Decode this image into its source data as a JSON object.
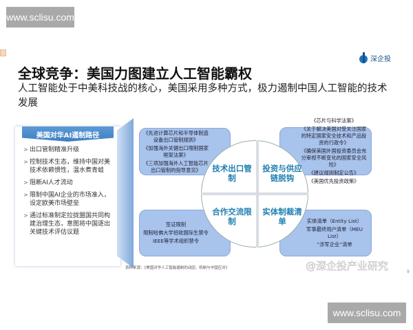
{
  "watermark_url": "www.sclisu.com",
  "logo_text": "深企投",
  "title": "全球竞争：美国力图建立人工智能霸权",
  "subtitle": "人工智能处于中美科技战的核心，美国采用多种方式，极力遏制中国人工智能的技术发展",
  "left_panel": {
    "heading": "美国对华AI遏制路径",
    "items": [
      "出口管制精准升级",
      "控制技术生态，维持中国对美技术依赖惯性，温水煮青蛙",
      "阻断AI人才流动",
      "限制中国AI企业的市场准入，设定欧美市场壁垒",
      "通过标准制定拉拢盟国共同构建治理生态，意图将中国逐出关键技术评估议题"
    ]
  },
  "quadrants": {
    "tl": "技术出口管制",
    "tr": "投资与供应链脱钩",
    "bl": "合作交流限制",
    "br": "实体制裁清单"
  },
  "boxes": {
    "tl": [
      "《先进计算芯片和半导体制造设备出口管制规则》",
      "《加强海外关键出口限制国家框架法案》",
      "《三项加强海外人工智能芯片出口管制的指导意见》"
    ],
    "tr": [
      "《芯片与科学法案》",
      "《关于解决美国对受关注国家的特定国家安全技术和产品投资的行政令》",
      "《确保美国外国投资委员会充分审视不断变化的国家安全风险》",
      "《建议规则制定公告》",
      "《美国优先投资政策》"
    ],
    "bl": [
      "签证限制",
      "限制哈佛大学招收国际生禁令",
      "IEEE等学术组织禁令"
    ],
    "br": [
      "实体清单（Entity List）",
      "军事最终用户清单（MEU List）",
      "“涉军企业”清单"
    ]
  },
  "source": "资料来源：《美国对华人工智能遏制的动因、机制与中国应对》",
  "watermark_text": "@深企投产业研究",
  "page_number": "9",
  "colors": {
    "accent": "#1f7fb0",
    "box": "#a8c3ec",
    "header": "#4a8bcc"
  }
}
